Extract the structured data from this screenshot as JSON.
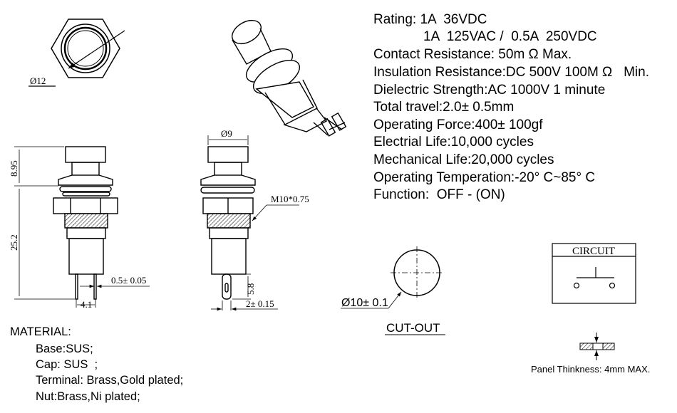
{
  "specs": [
    "Rating: 1A  36VDC",
    "1A  125VAC /  0.5A  250VDC",
    "Contact Resistance: 50m Ω Max.",
    "Insulation Resistance:DC 500V 100M Ω   Min.",
    "Dielectric Strength:AC 1000V 1 minute",
    "Total travel:2.0± 0.5mm",
    "Operating Force:400± 100gf",
    "Electrial Life:10,000 cycles",
    "Mechanical Life:20,000 cycles",
    "Operating Temperation:-20° C~85° C",
    "Function:  OFF - (ON)"
  ],
  "material": {
    "title": "MATERIAL:",
    "items": [
      "Base:SUS;",
      "Cap: SUS  ;",
      "Terminal: Brass,Gold plated;",
      "Nut:Brass,Ni plated;"
    ]
  },
  "dimensions": {
    "top_diameter": "Ø12",
    "cap_height": "8.95",
    "body_height": "25.2",
    "pin_width": "0.5± 0.05",
    "pin_pitch": "4.1",
    "cap_diameter": "Ø9",
    "thread": "M10*0.75",
    "terminal_length": "5.8",
    "terminal_width": "2± 0.15"
  },
  "cutout": {
    "diameter": "Ø10± 0.1",
    "label": "CUT-OUT"
  },
  "circuit": {
    "title": "CIRCUIT"
  },
  "panel": {
    "label": "Panel Thinkness: 4mm MAX."
  }
}
